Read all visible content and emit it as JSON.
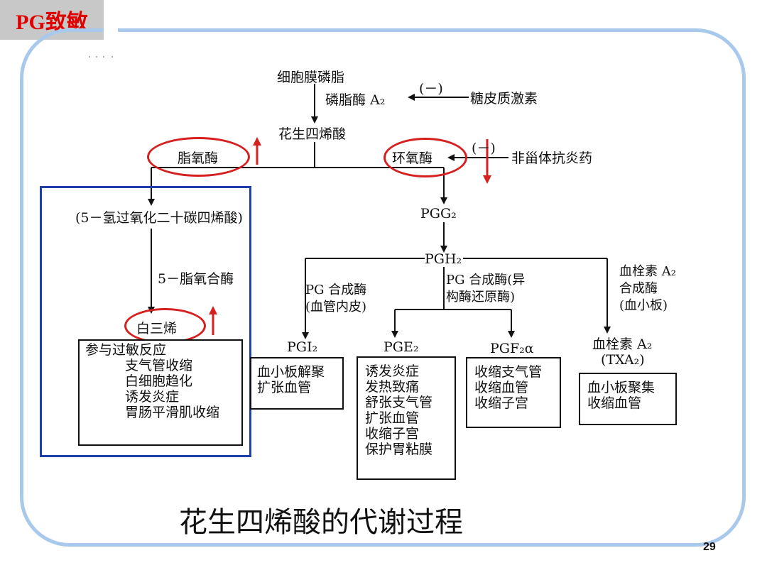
{
  "slide_title": "PG致敏",
  "page_number": "29",
  "main_title": "花生四烯酸的代谢过程",
  "nodes": {
    "phospholipid": "细胞膜磷脂",
    "pla2": "磷脂酶 A₂",
    "inhibit_pla2": "(－)",
    "glucocorticoid": "糖皮质激素",
    "arachidonic": "花生四烯酸",
    "lipoxygenase": "脂氧酶",
    "cyclooxygenase": "环氧酶",
    "inhibit_cox": "(－)",
    "nsaid": "非甾体抗炎药",
    "hpete": "(5－氢过氧化二十碳四烯酸)",
    "lox5": "5－脂氧合酶",
    "leukotriene": "白三烯",
    "pgg2": "PGG₂",
    "pgh2": "PGH₂",
    "pg_synthase_endo": [
      "PG 合成酶",
      "(血管内皮)"
    ],
    "pg_synthase_iso": [
      "PG 合成酶(异",
      "构酶还原酶)"
    ],
    "txa_synthase": [
      "血栓素 A₂",
      "合成酶",
      "(血小板)"
    ],
    "pgi2": "PGI₂",
    "pge2": "PGE₂",
    "pgf2a": "PGF₂α",
    "txa2": [
      "血栓素 A₂",
      "(TXA₂)"
    ]
  },
  "effect_boxes": {
    "leukotriene": [
      "参与过敏反应",
      "支气管收缩",
      "白细胞趋化",
      "诱发炎症",
      "胃肠平滑肌收缩"
    ],
    "pgi2": [
      "血小板解聚",
      "扩张血管"
    ],
    "pge2": [
      "诱发炎症",
      "发热致痛",
      "舒张支气管",
      "扩张血管",
      "收缩子宫",
      "保护胃粘膜"
    ],
    "pgf2a": [
      "收缩支气管",
      "收缩血管",
      "收缩子宫"
    ],
    "txa2": [
      "血小板聚集",
      "收缩血管"
    ]
  },
  "colors": {
    "accent_red": "#d62020",
    "highlight_blue": "#1f3fa8",
    "frame_blue": "#a9c9ec",
    "title_bg": "#c8c8c8"
  }
}
